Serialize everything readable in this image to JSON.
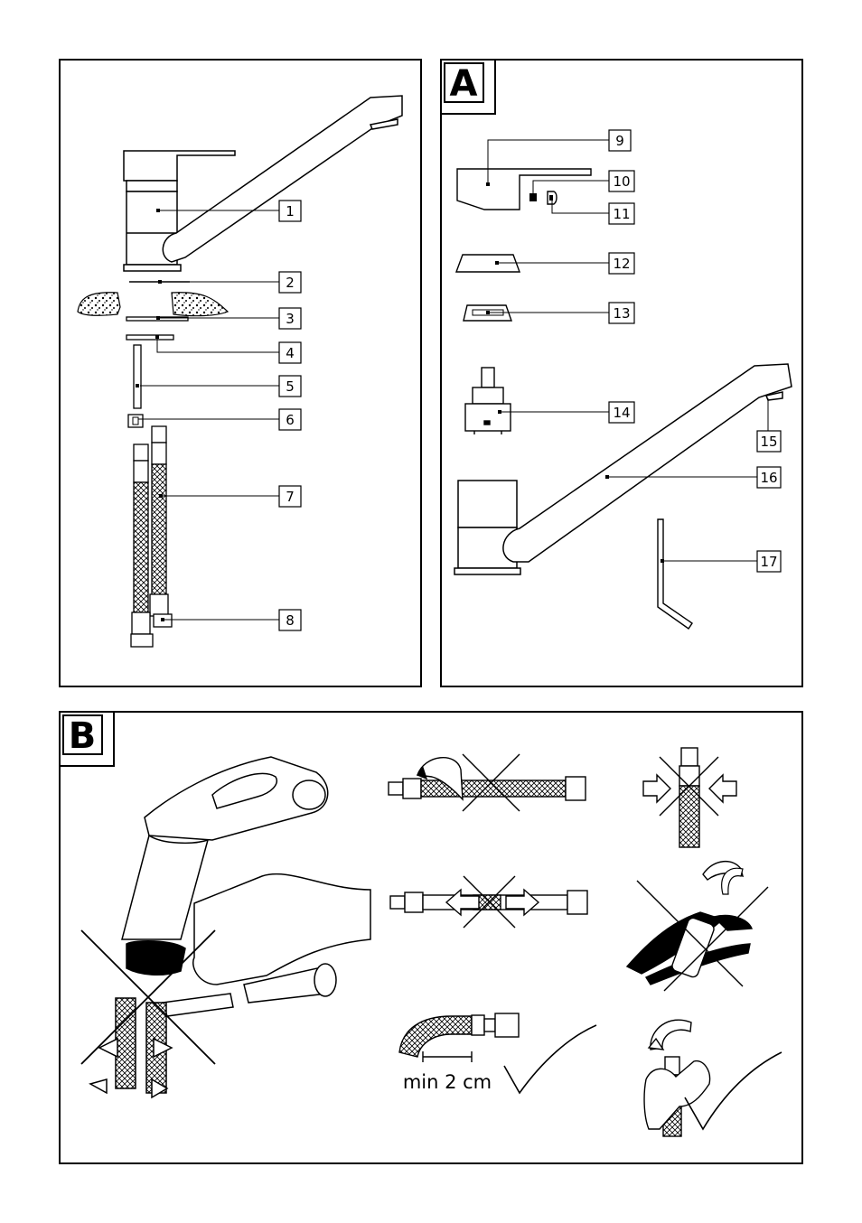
{
  "panels": {
    "a": {
      "label": "A"
    },
    "b": {
      "label": "B"
    }
  },
  "callouts": [
    "1",
    "2",
    "3",
    "4",
    "5",
    "6",
    "7",
    "8",
    "9",
    "10",
    "11",
    "12",
    "13",
    "14",
    "15",
    "16",
    "17"
  ],
  "min_distance_label": "min 2 cm",
  "colors": {
    "line": "#000000",
    "fill": "#ffffff",
    "panel_header": "#c8c8c8"
  }
}
